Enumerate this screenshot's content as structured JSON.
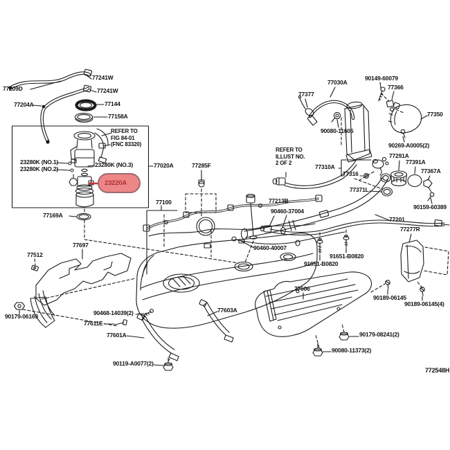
{
  "page": {
    "background": "#ffffff",
    "diagram_code": "772548H"
  },
  "colors": {
    "line": "#1a1a1a",
    "highlight_fill": "#ed8686",
    "highlight_border": "#9c6a72",
    "highlight_text": "#ae2f34",
    "highlight_leader": "#c63636"
  },
  "notes": {
    "fig": {
      "line1": "REFER TO",
      "line2": "FIG 84-01",
      "line3": "(FNC 83320)"
    },
    "illust": {
      "line1": "REFER TO",
      "line2": "ILLUST NO.",
      "line3": "2 OF 2"
    }
  },
  "labels": [
    {
      "text": "77209D"
    },
    {
      "text": "77241W"
    },
    {
      "text": "77241W"
    },
    {
      "text": "77204A"
    },
    {
      "text": "77144"
    },
    {
      "text": "77158A"
    },
    {
      "text": "23280K (NO.1)"
    },
    {
      "text": "23280K (NO.2)"
    },
    {
      "text": "23280K (NO.3)"
    },
    {
      "text": "23220A"
    },
    {
      "text": "77020A"
    },
    {
      "text": "77285F"
    },
    {
      "text": "77100"
    },
    {
      "text": "77169A"
    },
    {
      "text": "77697"
    },
    {
      "text": "77512"
    },
    {
      "text": "90179-06169"
    },
    {
      "text": "90468-14039(2)"
    },
    {
      "text": "77611E"
    },
    {
      "text": "77601A"
    },
    {
      "text": "77603A"
    },
    {
      "text": "90119-A0077(2)"
    },
    {
      "text": "77377"
    },
    {
      "text": "77030A"
    },
    {
      "text": "90149-60079"
    },
    {
      "text": "77366"
    },
    {
      "text": "77350"
    },
    {
      "text": "90080-11605"
    },
    {
      "text": "90269-A0005(2)"
    },
    {
      "text": "77310A"
    },
    {
      "text": "77316"
    },
    {
      "text": "77291A"
    },
    {
      "text": "77391A"
    },
    {
      "text": "77367A"
    },
    {
      "text": "77371L"
    },
    {
      "text": "90159-60389"
    },
    {
      "text": "77201"
    },
    {
      "text": "77213B"
    },
    {
      "text": "90460-37004"
    },
    {
      "text": "90460-40007"
    },
    {
      "text": "91651-B0820"
    },
    {
      "text": "91651-B0820"
    },
    {
      "text": "77277R"
    },
    {
      "text": "90189-06145"
    },
    {
      "text": "90189-06145(4)"
    },
    {
      "text": "77606"
    },
    {
      "text": "90179-08241(2)"
    },
    {
      "text": "90080-11373(2)"
    },
    {
      "text": "772548H"
    }
  ]
}
